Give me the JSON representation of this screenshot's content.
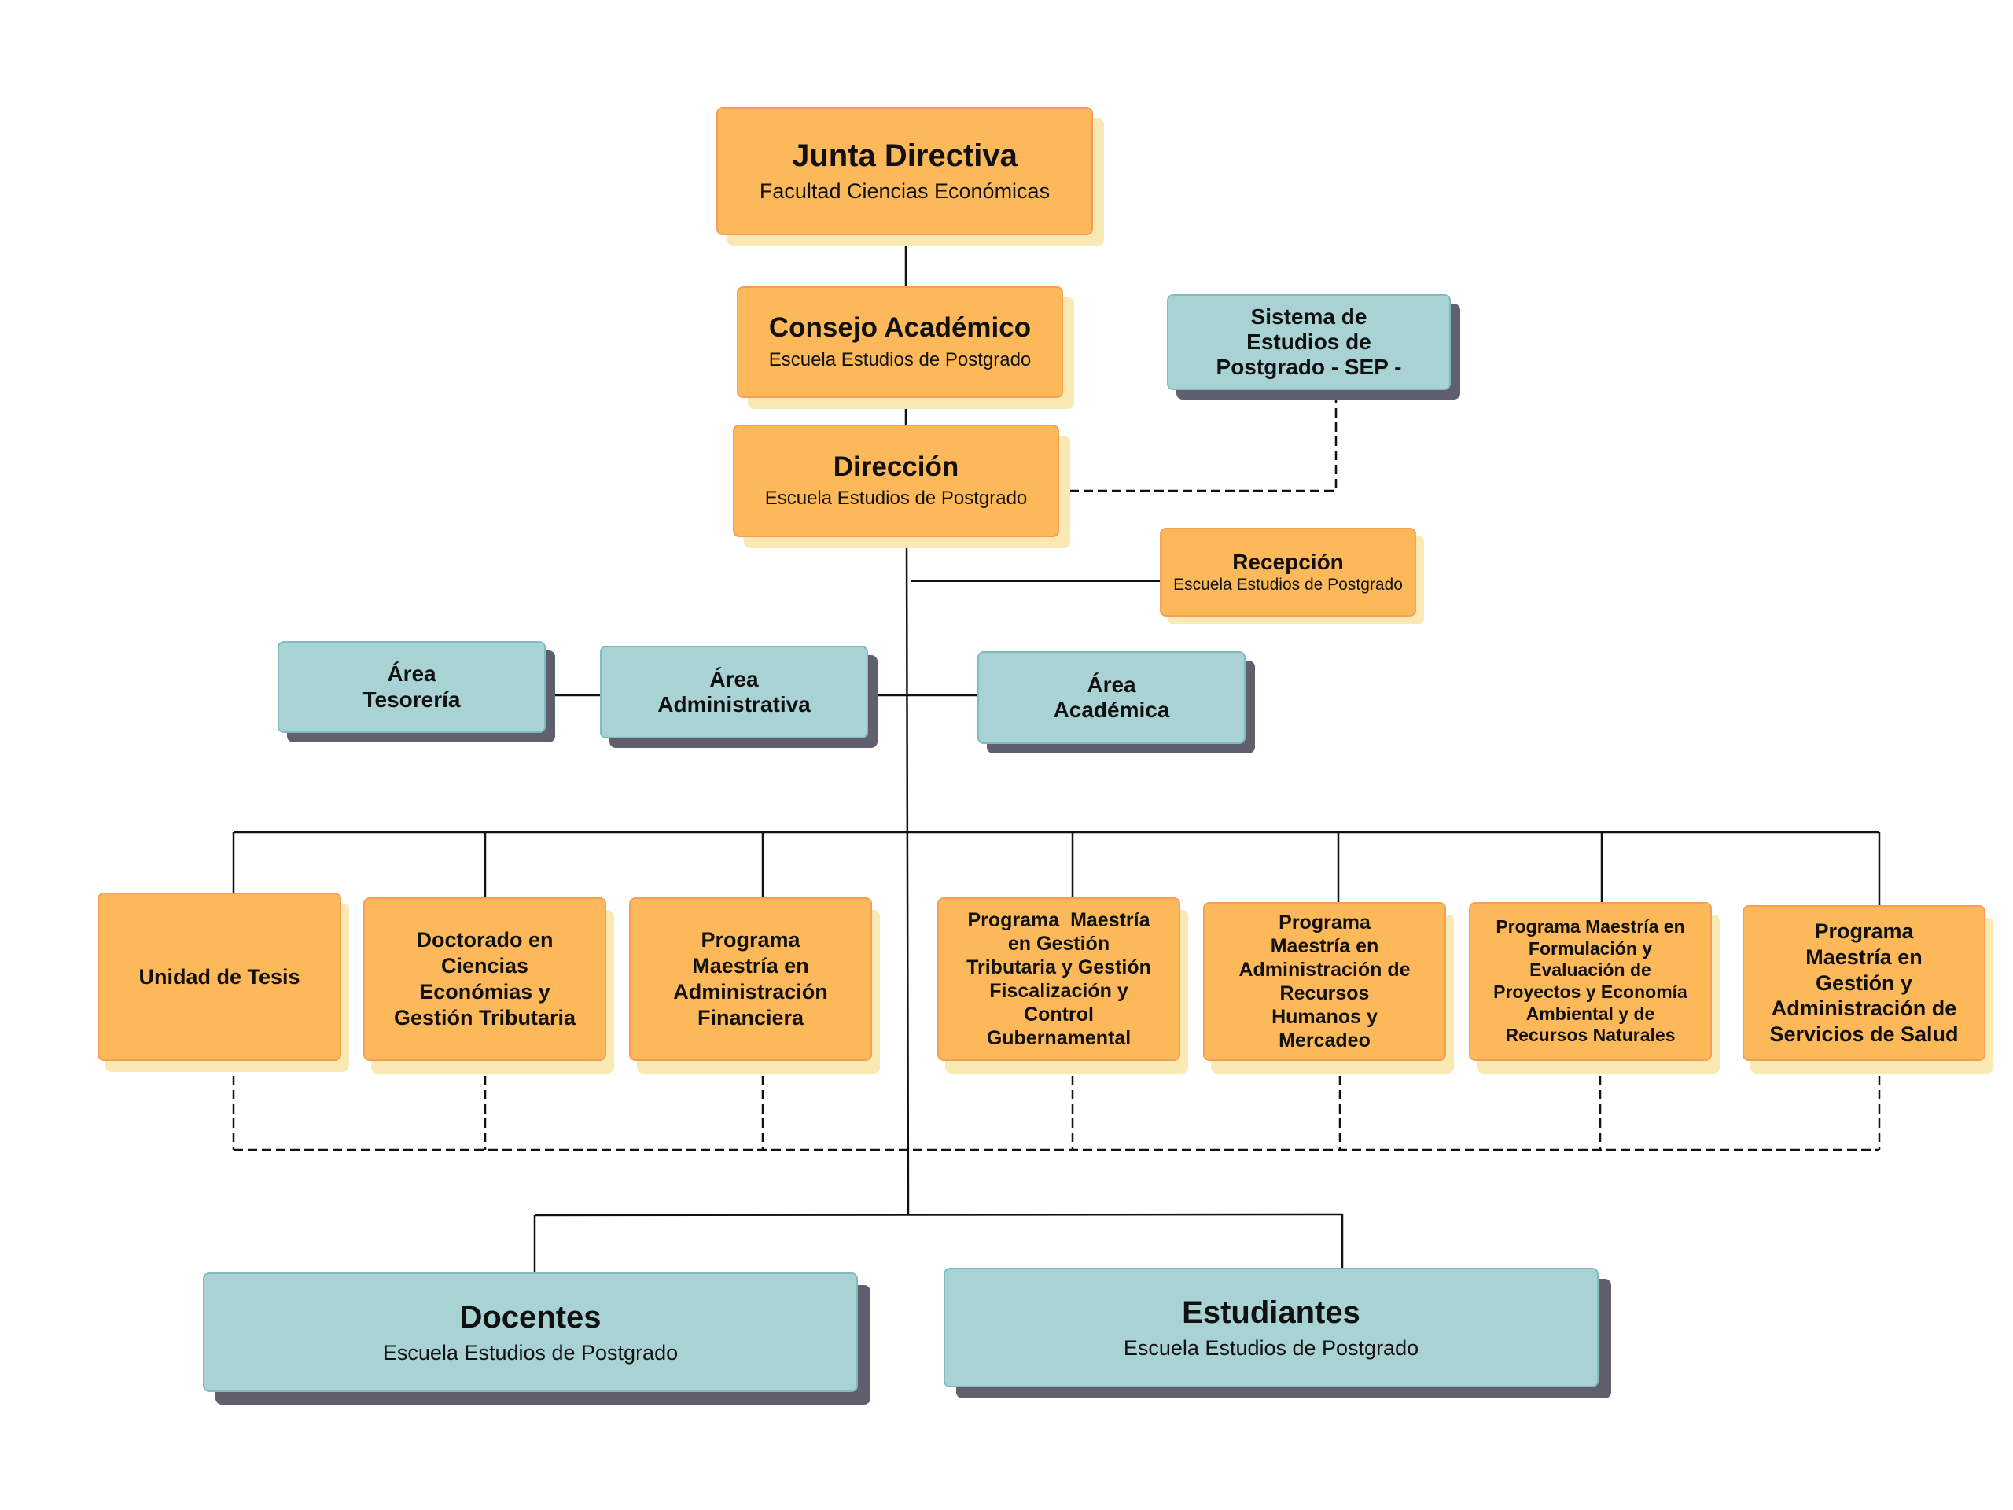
{
  "diagram": {
    "type": "org-chart",
    "colors": {
      "orange_box": "#fdb959",
      "orange_shadow": "#fbe9b4",
      "teal_box": "#a9d2d4",
      "teal_shadow": "#5f5f6e",
      "connector": "#111111"
    }
  },
  "nodes": {
    "junta": {
      "title": "Junta Directiva",
      "subtitle": "Facultad Ciencias Económicas"
    },
    "consejo": {
      "title": "Consejo Académico",
      "subtitle": "Escuela Estudios de Postgrado"
    },
    "sep": {
      "title_lines": [
        "Sistema de",
        "Estudios de",
        "Postgrado - SEP -"
      ]
    },
    "direccion": {
      "title": "Dirección",
      "subtitle": "Escuela Estudios de Postgrado"
    },
    "recepcion": {
      "title": "Recepción",
      "subtitle": "Escuela Estudios de Postgrado"
    },
    "tesoreria": {
      "title_lines": [
        "Área",
        "Tesorería"
      ]
    },
    "administrativa": {
      "title_lines": [
        "Área",
        "Administrativa"
      ]
    },
    "academica": {
      "title_lines": [
        "Área",
        "Académica"
      ]
    },
    "programs": [
      {
        "lines": [
          "Unidad de Tesis"
        ]
      },
      {
        "lines": [
          "Doctorado en",
          "Ciencias",
          "Económias y",
          "Gestión Tributaria"
        ]
      },
      {
        "lines": [
          "Programa",
          "Maestría en",
          "Administración",
          "Financiera"
        ]
      },
      {
        "lines": [
          "Programa  Maestría",
          "en Gestión",
          "Tributaria y Gestión",
          "Fiscalización y",
          "Control",
          "Gubernamental"
        ]
      },
      {
        "lines": [
          "Programa",
          "Maestría en",
          "Administración de",
          "Recursos",
          "Humanos y",
          "Mercadeo"
        ]
      },
      {
        "lines": [
          "Programa Maestría en",
          "Formulación y",
          "Evaluación de",
          "Proyectos y Economía",
          "Ambiental y de",
          "Recursos Naturales"
        ]
      },
      {
        "lines": [
          "Programa",
          "Maestría en",
          "Gestión y",
          "Administración de",
          "Servicios de Salud"
        ]
      }
    ],
    "docentes": {
      "title": "Docentes",
      "subtitle": "Escuela Estudios de Postgrado"
    },
    "estudiantes": {
      "title": "Estudiantes",
      "subtitle": "Escuela Estudios de Postgrado"
    }
  }
}
